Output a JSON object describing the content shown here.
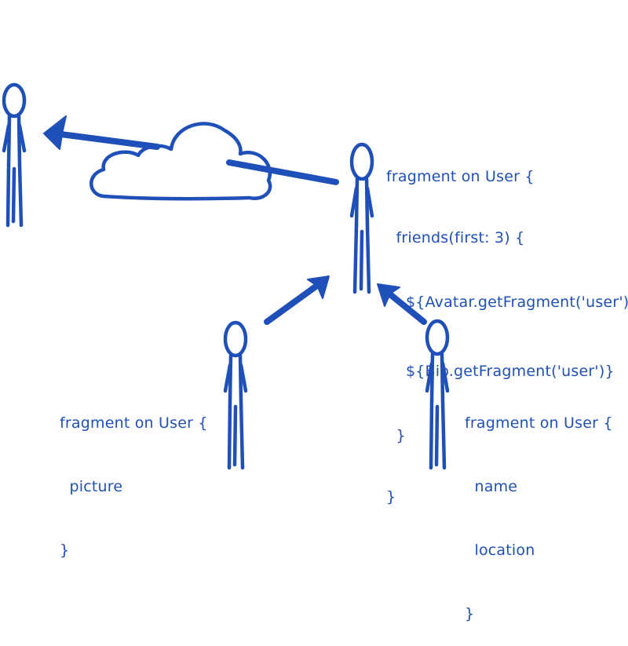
{
  "colors": {
    "ink": "#1f4fb8",
    "background": "#ffffff"
  },
  "parent_fragment": {
    "lines": [
      "fragment on User {",
      "  friends(first: 3) {",
      "    ${Avatar.getFragment('user')}",
      "    ${Bio.getFragment('user')}",
      "  }",
      "}"
    ]
  },
  "avatar_fragment": {
    "lines": [
      "fragment on User {",
      "  picture",
      "}"
    ]
  },
  "bio_fragment": {
    "lines": [
      "fragment on User {",
      "  name",
      "  location",
      "}"
    ]
  },
  "figures": [
    {
      "id": "server-person",
      "icon": "stick-figure-icon"
    },
    {
      "id": "parent-component",
      "icon": "stick-figure-icon"
    },
    {
      "id": "avatar-component",
      "icon": "stick-figure-icon"
    },
    {
      "id": "bio-component",
      "icon": "stick-figure-icon"
    }
  ],
  "shapes": {
    "cloud": "cloud-icon",
    "arrows": [
      "arrow-to-server-icon",
      "arrow-avatar-to-parent-icon",
      "arrow-bio-to-parent-icon"
    ]
  }
}
